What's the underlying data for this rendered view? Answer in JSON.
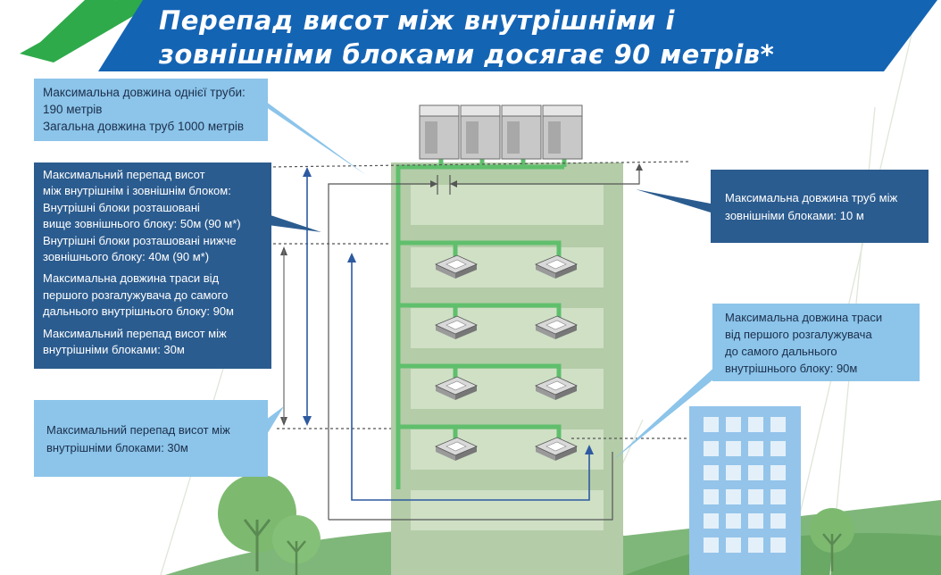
{
  "title": {
    "line1": "Перепад висот між внутрішніми і",
    "line2": "зовнішніми блоками досягає 90 метрів*"
  },
  "colors": {
    "banner_blue": "#1464b4",
    "banner_green": "#2eaa4a",
    "light_box": "#8cc4ea",
    "dark_box": "#2b5c8f",
    "building": "#b4cca8",
    "pipe": "#5fbf6c",
    "refrigerant_line": "#2d5aa0"
  },
  "callouts": {
    "pipe_length": {
      "line1": "Максимальна довжина однієї труби:",
      "line2": "190 метрів",
      "line3": "Загальна довжина труб 1000 метрів"
    },
    "height_diff": {
      "line1": "Максимальний перепад висот",
      "line2": "між внутрішнім і зовнішнім блоком:",
      "line3": "Внутрішні блоки розташовані",
      "line4": "вище зовнішнього блоку: 50м (90 м*)",
      "line5": "Внутрішні блоки розташовані нижче",
      "line6": "зовнішнього блоку: 40м (90 м*)",
      "line7": "Максимальна довжина траси від",
      "line8": "першого розгалужувача до самого",
      "line9": "дальнього внутрішнього блоку: 90м",
      "line10": "Максимальний перепад висот між",
      "line11": "внутрішніми блоками: 30м"
    },
    "outdoor_pipe": {
      "line1": "Максимальна довжина труб між",
      "line2": "зовнішніми блоками: 10 м"
    },
    "branch_route": {
      "line1": "Максимальна довжина траси",
      "line2": "від першого розгалужувача",
      "line3": "до самого дальнього",
      "line4": "внутрішнього блоку: 90м"
    },
    "indoor_diff": {
      "line1": "Максимальний перепад висот між",
      "line2": "внутрішніми блоками: 30м"
    }
  }
}
